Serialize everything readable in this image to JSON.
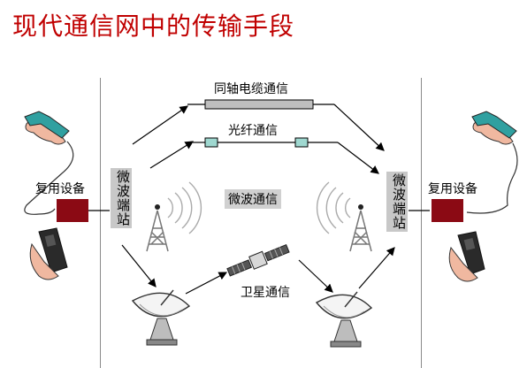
{
  "title": "现代通信网中的传输手段",
  "labels": {
    "coax": "同轴电缆通信",
    "fiber": "光纤通信",
    "microwave": "微波通信",
    "satellite": "卫星通信",
    "mux_left": "复用设备",
    "mux_right": "复用设备",
    "station_left": "微波端站",
    "station_right": "微波端站"
  },
  "colors": {
    "title": "#c00000",
    "mux": "#8b0a14",
    "station": "#c8c8c8",
    "fiber_connector": "#9fd8d0"
  },
  "icons": [
    "telephone-handset-icon",
    "mobile-phone-icon",
    "microwave-tower-icon",
    "satellite-dish-icon",
    "satellite-icon"
  ]
}
